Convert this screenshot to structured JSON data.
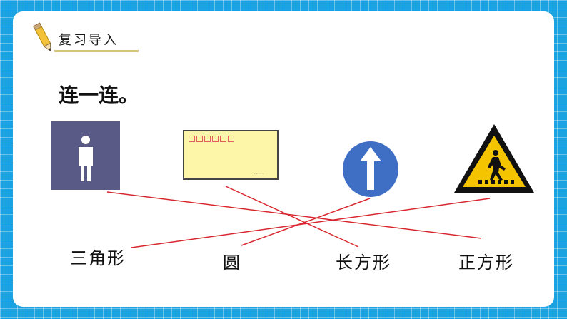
{
  "section": {
    "title": "复习导入"
  },
  "instruction": "连一连。",
  "shapes": {
    "triangle": "三角形",
    "circle": "圆",
    "rectangle": "长方形",
    "square": "正方形"
  },
  "colors": {
    "background": "#1aa3e0",
    "connector_line": "#d9262e",
    "restroom_sign": "#5a5a86",
    "envelope": "#fdf6a8",
    "traffic_sign_blue": "#3f6fc4",
    "warning_yellow": "#f5c400"
  },
  "icons": [
    "pencil-icon",
    "restroom-sign-icon",
    "envelope-icon",
    "ahead-only-sign-icon",
    "pedestrian-warning-sign-icon"
  ],
  "connections": [
    {
      "picture": "restroom-sign",
      "shape": "square"
    },
    {
      "picture": "envelope",
      "shape": "rectangle"
    },
    {
      "picture": "ahead-only-sign",
      "shape": "circle"
    },
    {
      "picture": "pedestrian-warning-sign",
      "shape": "triangle"
    }
  ]
}
